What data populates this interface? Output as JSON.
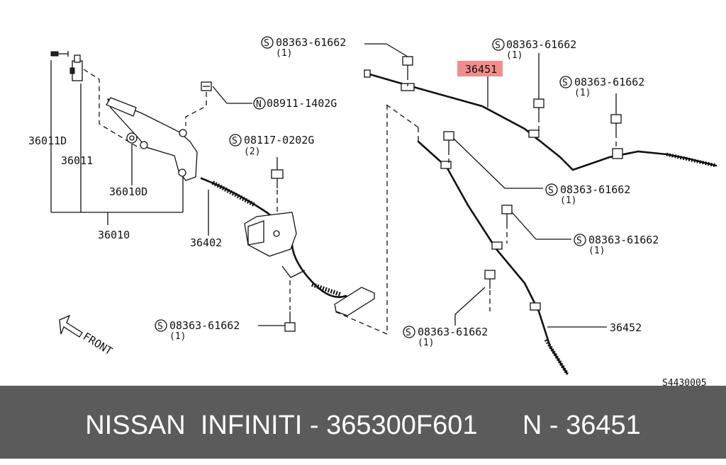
{
  "diagram": {
    "highlight_color": "#f28b8b",
    "labels": {
      "c36011D": "36011D",
      "c36011": "36011",
      "c36010D": "36010D",
      "c36010": "36010",
      "c36402": "36402",
      "c36451": "36451",
      "c36452": "36452",
      "n08911": "08911-1402G",
      "s08117": "08117-0202G",
      "s08117_qty": "(2)",
      "sA": "08363-61662",
      "sA_qty": "(1)",
      "sB": "08363-61662",
      "sB_qty": "(1)",
      "sC": "08363-61662",
      "sC_qty": "(1)",
      "sD": "08363-61662",
      "sD_qty": "(1)",
      "sE": "08363-61662",
      "sE_qty": "(1)",
      "sF": "08363-61662",
      "sF_qty": "(1)",
      "sG": "08363-61662",
      "sG_qty": "(1)",
      "front": "FRONT",
      "code": "S4430005",
      "S": "S",
      "N": "N"
    }
  },
  "footer": {
    "text": "NISSAN  INFINITI - 365300F601      N - 36451",
    "bg_color": "#5b5b5b"
  }
}
